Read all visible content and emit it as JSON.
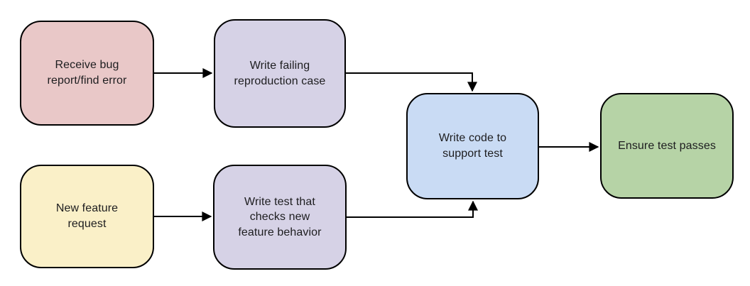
{
  "diagram": {
    "type": "flowchart",
    "background": "#ffffff",
    "text_color": "#1d1d1f",
    "arrow_color": "#000000",
    "node_border_color": "#000000",
    "nodes": [
      {
        "id": "receive-bug",
        "label": "Receive bug\nreport/find error",
        "fill": "#e9c8c8"
      },
      {
        "id": "failing-repro",
        "label": "Write failing\nreproduction case",
        "fill": "#d6d2e6"
      },
      {
        "id": "feature-request",
        "label": "New feature\nrequest",
        "fill": "#faf0c8"
      },
      {
        "id": "write-test",
        "label": "Write test that\nchecks new\nfeature behavior",
        "fill": "#d6d2e6"
      },
      {
        "id": "write-code",
        "label": "Write code to\nsupport test",
        "fill": "#c9dbf4"
      },
      {
        "id": "test-passes",
        "label": "Ensure test passes",
        "fill": "#b6d3a6"
      }
    ],
    "edges": [
      {
        "from": "receive-bug",
        "to": "failing-repro"
      },
      {
        "from": "feature-request",
        "to": "write-test"
      },
      {
        "from": "failing-repro",
        "to": "write-code"
      },
      {
        "from": "write-test",
        "to": "write-code"
      },
      {
        "from": "write-code",
        "to": "test-passes"
      }
    ]
  }
}
